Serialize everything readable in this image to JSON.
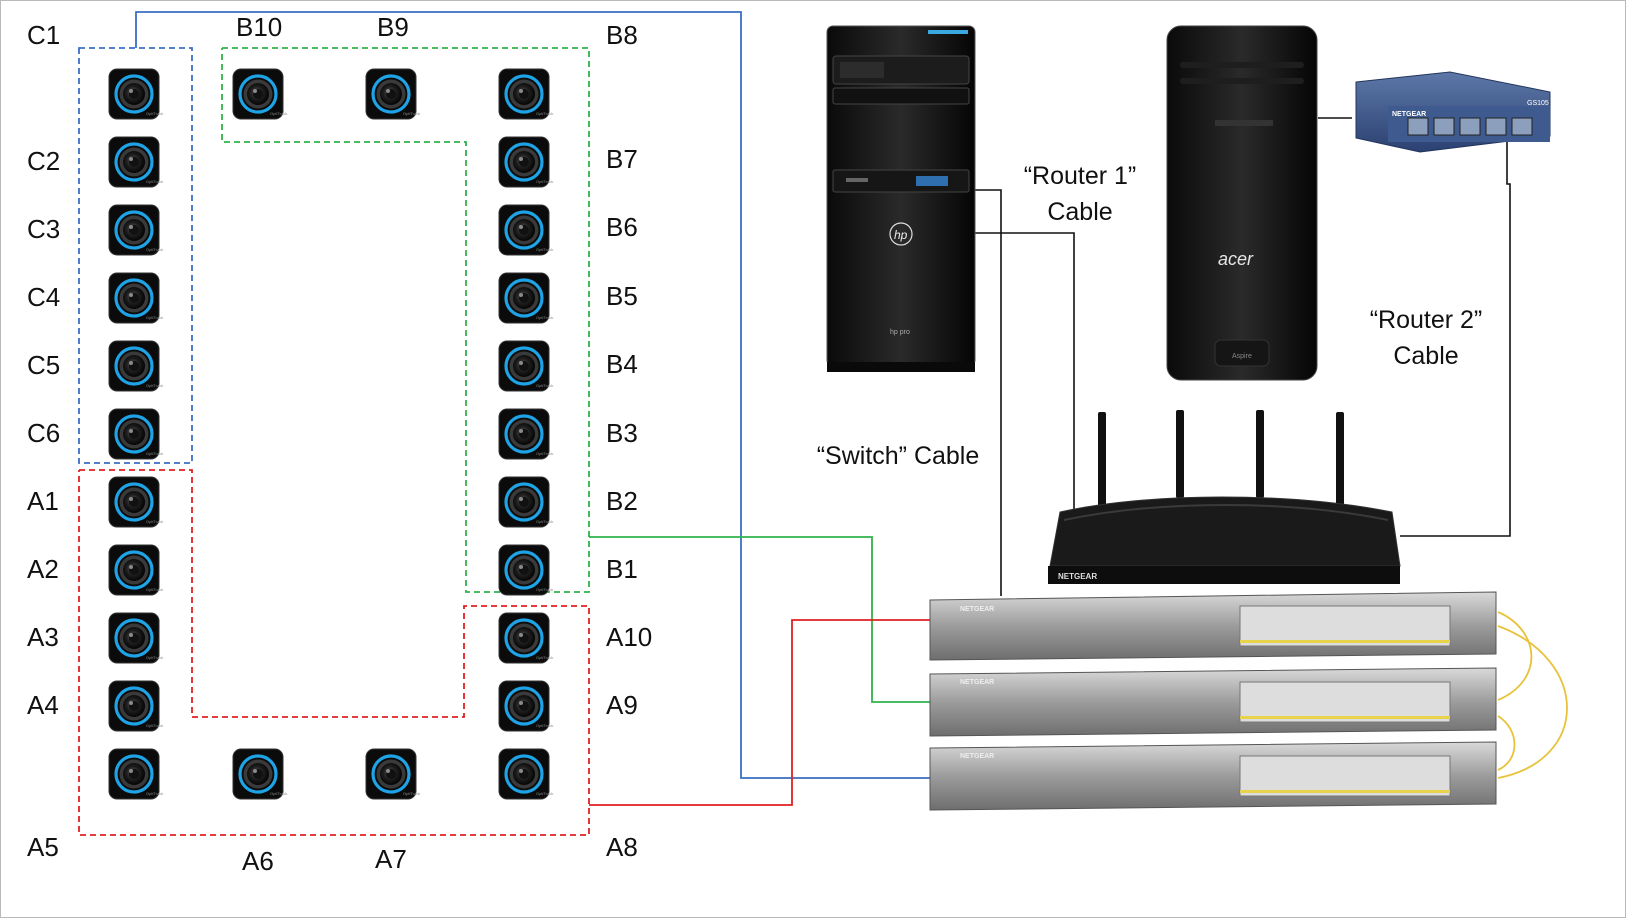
{
  "cameras": {
    "C1": "C1",
    "C2": "C2",
    "C3": "C3",
    "C4": "C4",
    "C5": "C5",
    "C6": "C6",
    "B10": "B10",
    "B9": "B9",
    "B8": "B8",
    "B7": "B7",
    "B6": "B6",
    "B5": "B5",
    "B4": "B4",
    "B3": "B3",
    "B2": "B2",
    "B1": "B1",
    "A1": "A1",
    "A2": "A2",
    "A3": "A3",
    "A4": "A4",
    "A5": "A5",
    "A6": "A6",
    "A7": "A7",
    "A8": "A8",
    "A9": "A9",
    "A10": "A10"
  },
  "cables": {
    "router1_line1": "“Router 1”",
    "router1_line2": "Cable",
    "router2_line1": "“Router 2”",
    "router2_line2": "Cable",
    "switch": "“Switch” Cable"
  },
  "devices": {
    "hp_logo": "hp",
    "hp_model": "hp pro",
    "acer_logo": "acer",
    "acer_model": "Aspire",
    "netgear_small": "NETGEAR",
    "small_switch_model": "GS105",
    "router_brand": "NETGEAR",
    "switch_brand": "NETGEAR"
  },
  "colors": {
    "group_c": "#3a6fc4",
    "group_b": "#2fb34a",
    "group_a": "#e02020",
    "link_black": "#111111",
    "stack_cable": "#e8c23a"
  },
  "icons": {
    "camera": "camera-icon",
    "desktop_hp": "hp-desktop-tower-icon",
    "desktop_acer": "acer-desktop-tower-icon",
    "network_switch": "network-switch-icon",
    "router": "wireless-router-icon"
  }
}
